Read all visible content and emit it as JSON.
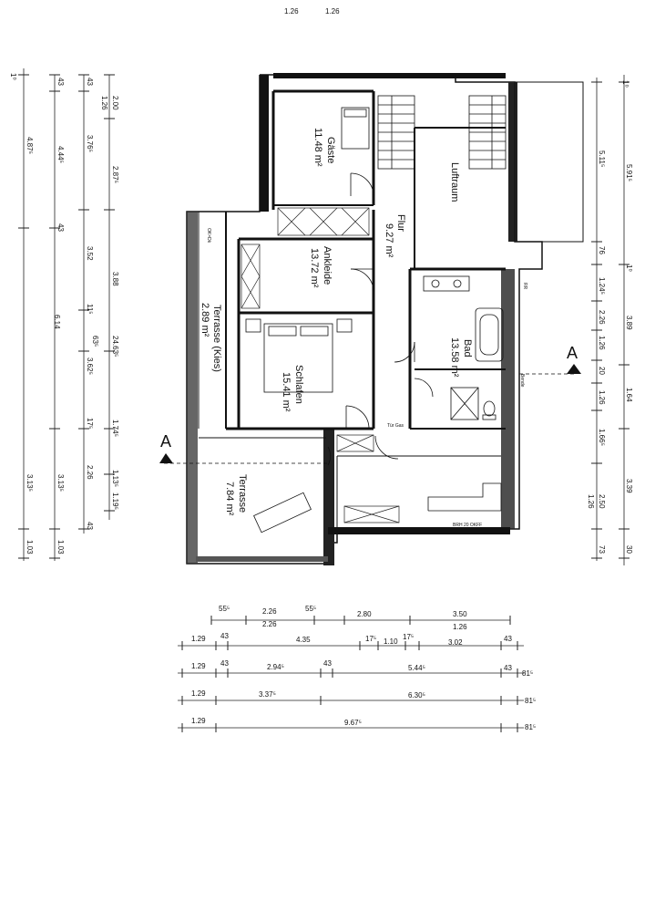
{
  "top_labels": [
    "1.26",
    "1.26"
  ],
  "rooms": {
    "gaeste": {
      "name": "Gäste",
      "area": "11.48 m²"
    },
    "flur": {
      "name": "Flur",
      "area": "9.27 m²"
    },
    "luftraum": {
      "name": "Luftraum"
    },
    "ankleide": {
      "name": "Ankleide",
      "area": "13.72 m²"
    },
    "terrasse_kies": {
      "name": "Terrasse (Kies)",
      "area": "2.89 m²"
    },
    "bad": {
      "name": "Bad",
      "area": "13.58 m²"
    },
    "schlafen": {
      "name": "Schlafen",
      "area": "15.41 m²"
    },
    "terrasse": {
      "name": "Terrasse",
      "area": "7.84 m²"
    }
  },
  "small_labels": {
    "tuer": "Tür Gas",
    "bende": "Bende",
    "rr": "RR",
    "ok": "OK=Dk",
    "brh": "BRH 20 OKFF"
  },
  "section_marks": [
    "A",
    "A"
  ],
  "left_dims": {
    "col1": [
      "1⁰",
      "4.87⁵",
      "3.13⁵",
      "1.03"
    ],
    "col2": [
      "43",
      "4.44⁵",
      "43",
      "3.13⁵",
      "1.03"
    ],
    "col3": [
      "43",
      "3.76⁵",
      "3.52",
      "11⁵",
      "6.14",
      "63⁵",
      "3.62⁵",
      "17⁵",
      "2.26",
      "43"
    ],
    "col4": [
      "2.00",
      "1.26",
      "2.87⁵",
      "3.88",
      "24.63⁵",
      "1.74⁵",
      "1.13⁵",
      "1.19⁵"
    ]
  },
  "right_dims": {
    "col1": [
      "1⁰",
      "5.11⁵",
      "76",
      "1.24⁵",
      "2.26",
      "1.26",
      "20",
      "1.26",
      "1.66⁵",
      "2.50",
      "1.26",
      "73"
    ],
    "col2": [
      "5.91⁵",
      "1⁰",
      "3.89",
      "1.64",
      "3.39",
      "30"
    ]
  },
  "bottom_dims": [
    [
      "55⁵",
      "2.26",
      "55⁵",
      "2.80",
      "3.50",
      "2.26",
      "1.26"
    ],
    [
      "1.29",
      "43",
      "4.35",
      "17⁵",
      "1.10",
      "17⁵",
      "3.02",
      "43"
    ],
    [
      "1.29",
      "43",
      "2.94⁵",
      "43",
      "5.44⁵",
      "43",
      "81⁵"
    ],
    [
      "1.29",
      "3.37⁵",
      "6.30⁵",
      "81⁵"
    ],
    [
      "1.29",
      "9.67⁵",
      "81⁵"
    ]
  ]
}
